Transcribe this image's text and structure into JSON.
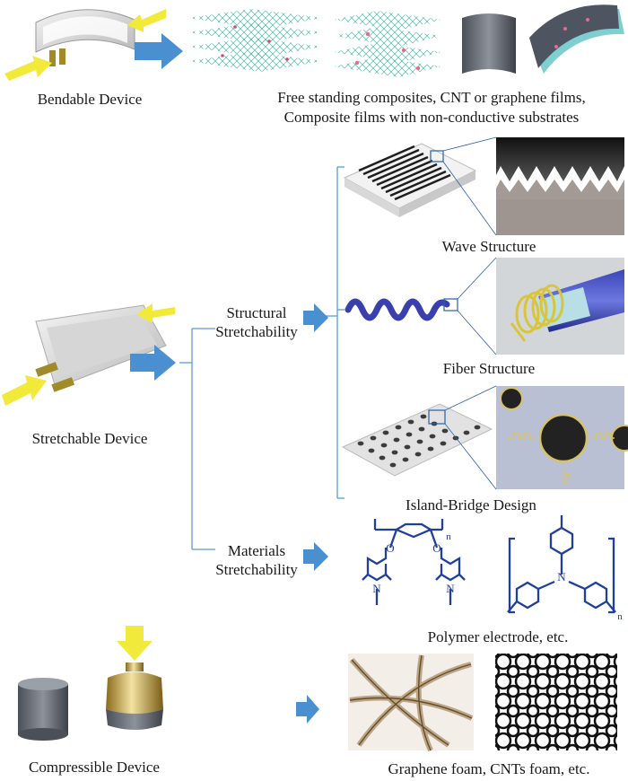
{
  "bendable": {
    "label": "Bendable Device",
    "caption_line1": "Free standing composites, CNT or graphene films,",
    "caption_line2": "Composite films with non-conductive substrates"
  },
  "stretchable": {
    "label": "Stretchable Device",
    "structural_line1": "Structural",
    "structural_line2": "Stretchability",
    "materials_line1": "Materials",
    "materials_line2": "Stretchability",
    "wave": "Wave Structure",
    "fiber": "Fiber Structure",
    "island": "Island-Bridge Design",
    "polymer": "Polymer electrode, etc.",
    "polymer_n1": "n",
    "polymer_n2": "n",
    "polymer_atom_o1": "O",
    "polymer_atom_o2": "O",
    "polymer_atom_n1": "N",
    "polymer_atom_n2": "N",
    "polymer_atom_n3": "N"
  },
  "compressible": {
    "label": "Compressible Device",
    "caption": "Graphene foam, CNTs foam, etc."
  },
  "colors": {
    "arrow_blue": "#4a8fd0",
    "arrow_yellow": "#f2ea3a",
    "tree_line": "#5b9bd5",
    "molecule": "#1f3f9a"
  }
}
